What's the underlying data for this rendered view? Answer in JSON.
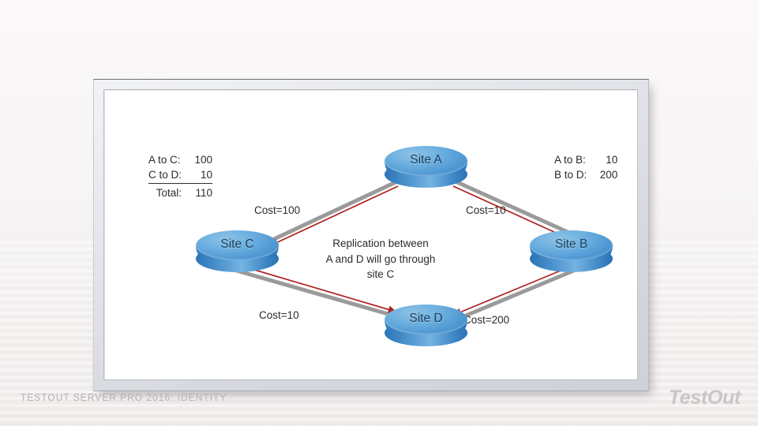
{
  "slide": {
    "footer_title": "TESTOUT SERVER PRO 2016: IDENTITY",
    "brand_logo": "TestOut"
  },
  "cost_tables": {
    "left": {
      "rows": [
        {
          "label": "A to C:",
          "value": "100"
        },
        {
          "label": "C to D:",
          "value": "10"
        }
      ],
      "total": {
        "label": "Total:",
        "value": "110"
      }
    },
    "right": {
      "rows": [
        {
          "label": "A to B:",
          "value": "10"
        },
        {
          "label": "B to D:",
          "value": "200"
        }
      ]
    }
  },
  "annotation": {
    "line1": "Replication between",
    "line2": "A and D will go through",
    "line3": "site C"
  },
  "nodes": [
    {
      "id": "site-a",
      "label": "Site A"
    },
    {
      "id": "site-b",
      "label": "Site B"
    },
    {
      "id": "site-c",
      "label": "Site C"
    },
    {
      "id": "site-d",
      "label": "Site D"
    }
  ],
  "edges": [
    {
      "id": "a-c",
      "label": "Cost=100",
      "from": "Site A",
      "to": "Site C",
      "cost": 100
    },
    {
      "id": "a-b",
      "label": "Cost=10",
      "from": "Site A",
      "to": "Site B",
      "cost": 10
    },
    {
      "id": "c-d",
      "label": "Cost=10",
      "from": "Site C",
      "to": "Site D",
      "cost": 10
    },
    {
      "id": "b-d",
      "label": "Cost=200",
      "from": "Site B",
      "to": "Site D",
      "cost": 200
    }
  ],
  "colors": {
    "node_blue": "#5b9bd5",
    "link_gray": "#9a9a9a",
    "arrow_red": "#b02020",
    "frame_gray": "#d5d8de",
    "background": "#f7f5f5"
  }
}
